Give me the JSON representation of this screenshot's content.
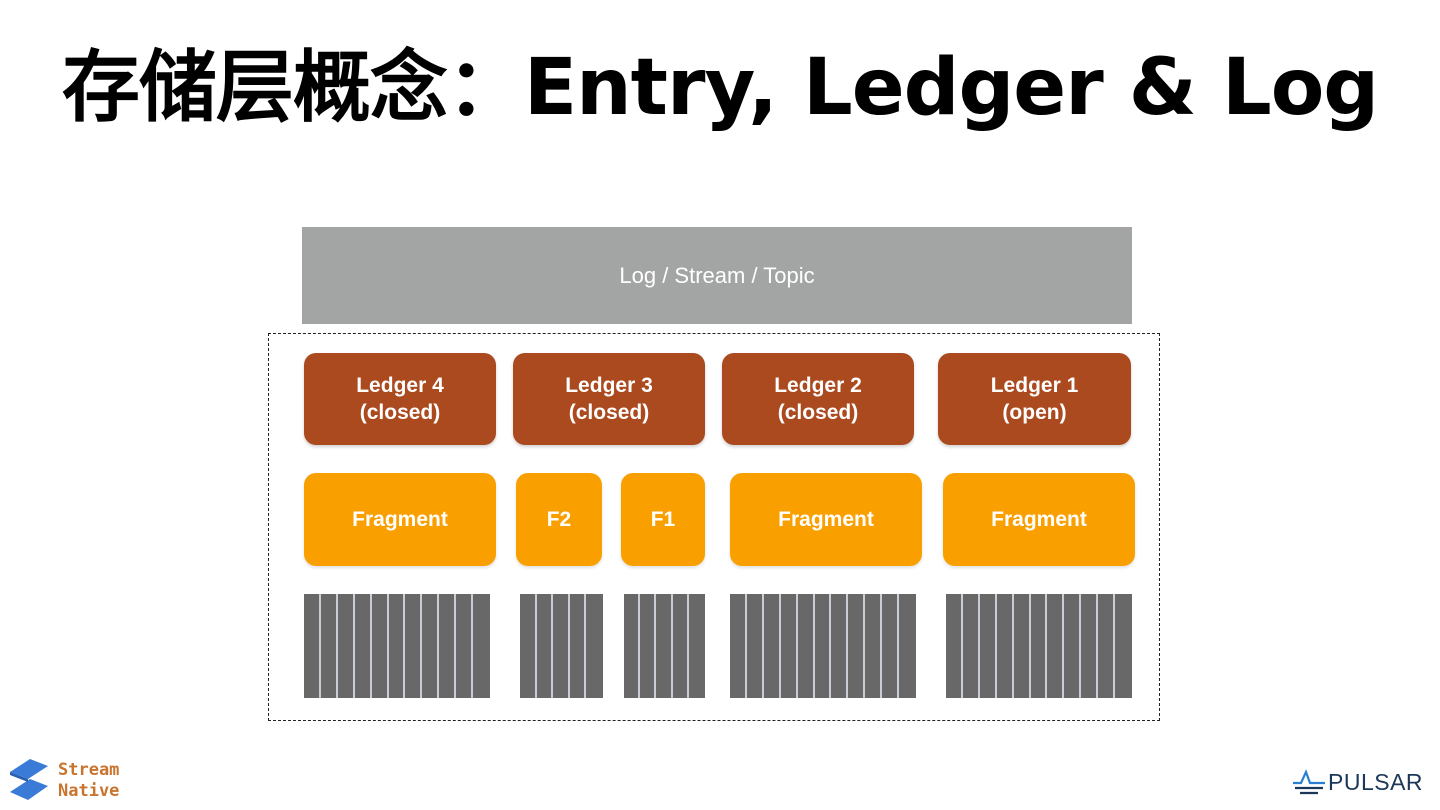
{
  "slide": {
    "title": "存储层概念：Entry, Ledger & Log"
  },
  "diagram": {
    "log_label": "Log / Stream / Topic",
    "ledgers": [
      {
        "name": "Ledger 4",
        "state": "(closed)"
      },
      {
        "name": "Ledger 3",
        "state": "(closed)"
      },
      {
        "name": "Ledger 2",
        "state": "(closed)"
      },
      {
        "name": "Ledger 1",
        "state": "(open)"
      }
    ],
    "fragments": [
      {
        "label": "Fragment",
        "entries": 11
      },
      {
        "label": "F2",
        "entries": 5
      },
      {
        "label": "F1",
        "entries": 5
      },
      {
        "label": "Fragment",
        "entries": 11
      },
      {
        "label": "Fragment",
        "entries": 11
      }
    ],
    "colors": {
      "log": "#a3a5a4",
      "ledger": "#ab4a1f",
      "fragment": "#f9a000",
      "entry": "#686868"
    }
  },
  "footer": {
    "left_logo": {
      "line1": "Stream",
      "line2": "Native",
      "icon": "streamnative-logo-icon"
    },
    "right_logo": {
      "text": "PULSAR",
      "icon": "pulsar-logo-icon"
    }
  }
}
